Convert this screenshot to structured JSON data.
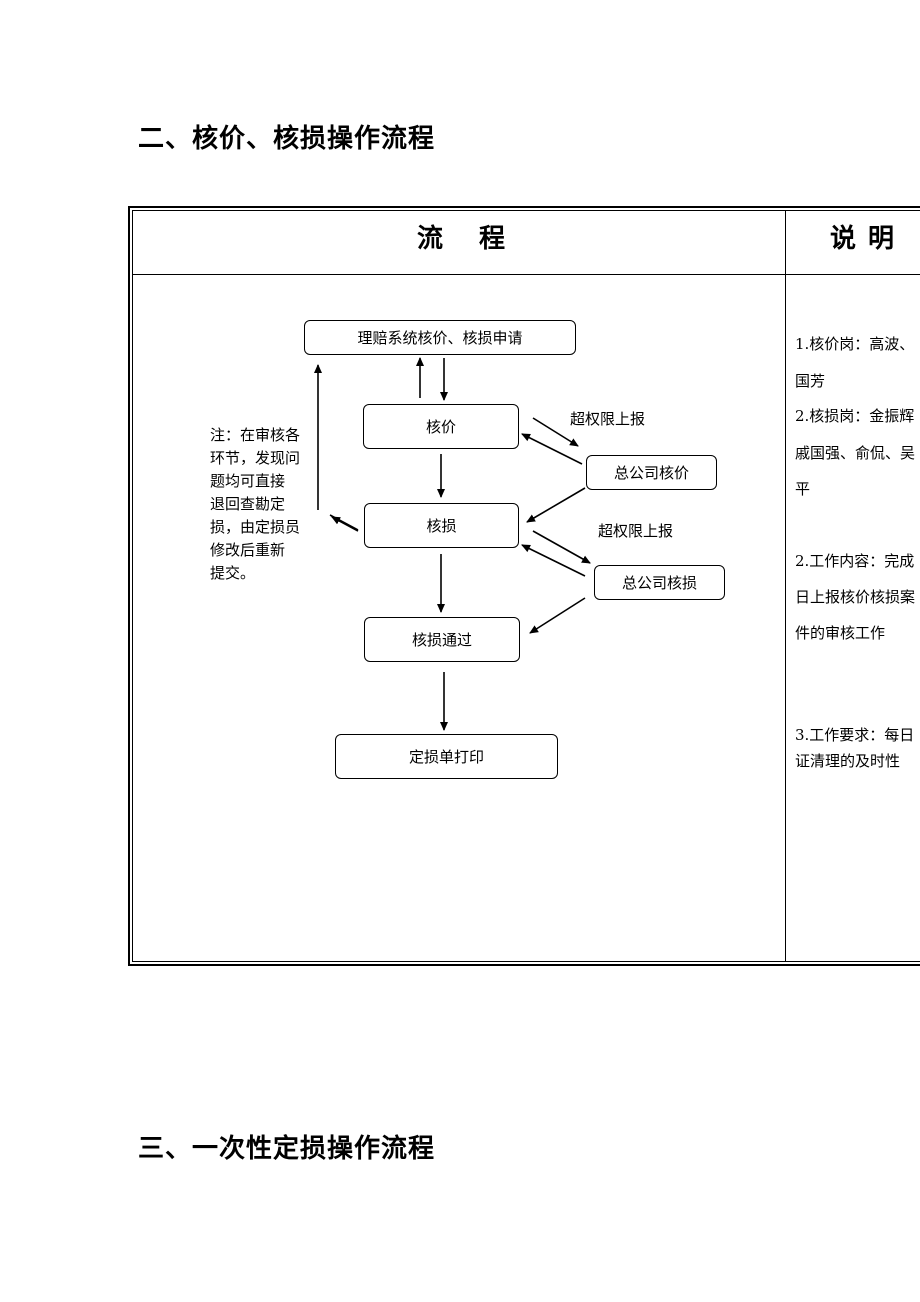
{
  "headings": {
    "section2": "二、核价、核损操作流程",
    "section3": "三、一次性定损操作流程"
  },
  "table": {
    "col_flow": "流程",
    "col_desc": "说明"
  },
  "flow": {
    "apply": "理赔系统核价、核损申请",
    "price": "核价",
    "hq_price": "总公司核价",
    "escalate1": "超权限上报",
    "loss": "核损",
    "hq_loss": "总公司核损",
    "escalate2": "超权限上报",
    "pass": "核损通过",
    "print": "定损单打印"
  },
  "note": {
    "lines": [
      "注：在审核各",
      "环节，发现问",
      "题均可直接",
      "退回查勘定",
      "损，由定损员",
      "修改后重新",
      "提交。"
    ]
  },
  "description": {
    "lines": [
      "1.核价岗：高波、",
      "国芳",
      "2.核损岗：金振辉",
      "戚国强、俞侃、吴",
      "平",
      "2.工作内容：完成",
      "日上报核价核损案",
      "件的审核工作",
      "3.工作要求：每日",
      "证清理的及时性"
    ]
  }
}
